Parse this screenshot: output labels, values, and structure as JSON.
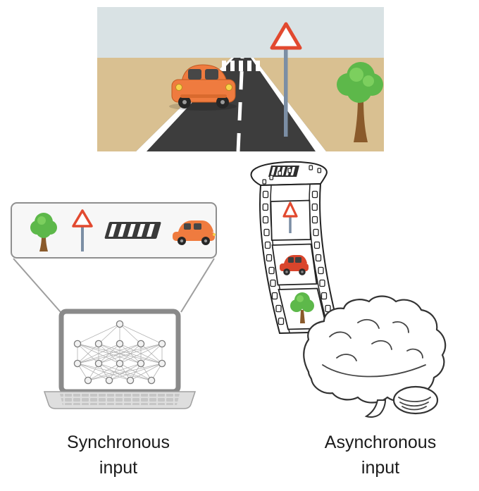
{
  "figure": {
    "type": "concept-diagram",
    "panels": {
      "top": "road-scene",
      "left": "synchronous-frame-input-to-neural-network-laptop",
      "right": "asynchronous-film-strip-input-to-brain"
    }
  },
  "labels": {
    "synchronous": {
      "line1": "Synchronous",
      "line2": "input"
    },
    "asynchronous": {
      "line1": "Asynchronous",
      "line2": "input"
    }
  },
  "icons": {
    "scene": [
      "car-icon",
      "warning-sign-icon",
      "tree-icon",
      "road",
      "crosswalk"
    ],
    "callout": [
      "tree-icon",
      "warning-sign-icon",
      "crosswalk-icon",
      "car-icon"
    ],
    "filmstrip_frames": [
      "crosswalk-icon",
      "warning-sign-icon",
      "car-icon",
      "tree-icon"
    ],
    "left_device": "laptop-with-neural-network",
    "right_organ": "brain"
  },
  "colors": {
    "car_orange": "#ef7b3f",
    "sign_red": "#e2492f",
    "pole_blue_gray": "#7b8ea4",
    "tree_green": "#5db84a",
    "trunk_brown": "#8a5a2b",
    "road_gray": "#3d3d3d",
    "ground_tan": "#d9c091",
    "sky_blue_gray": "#d9e2e4",
    "ink": "#222222"
  }
}
